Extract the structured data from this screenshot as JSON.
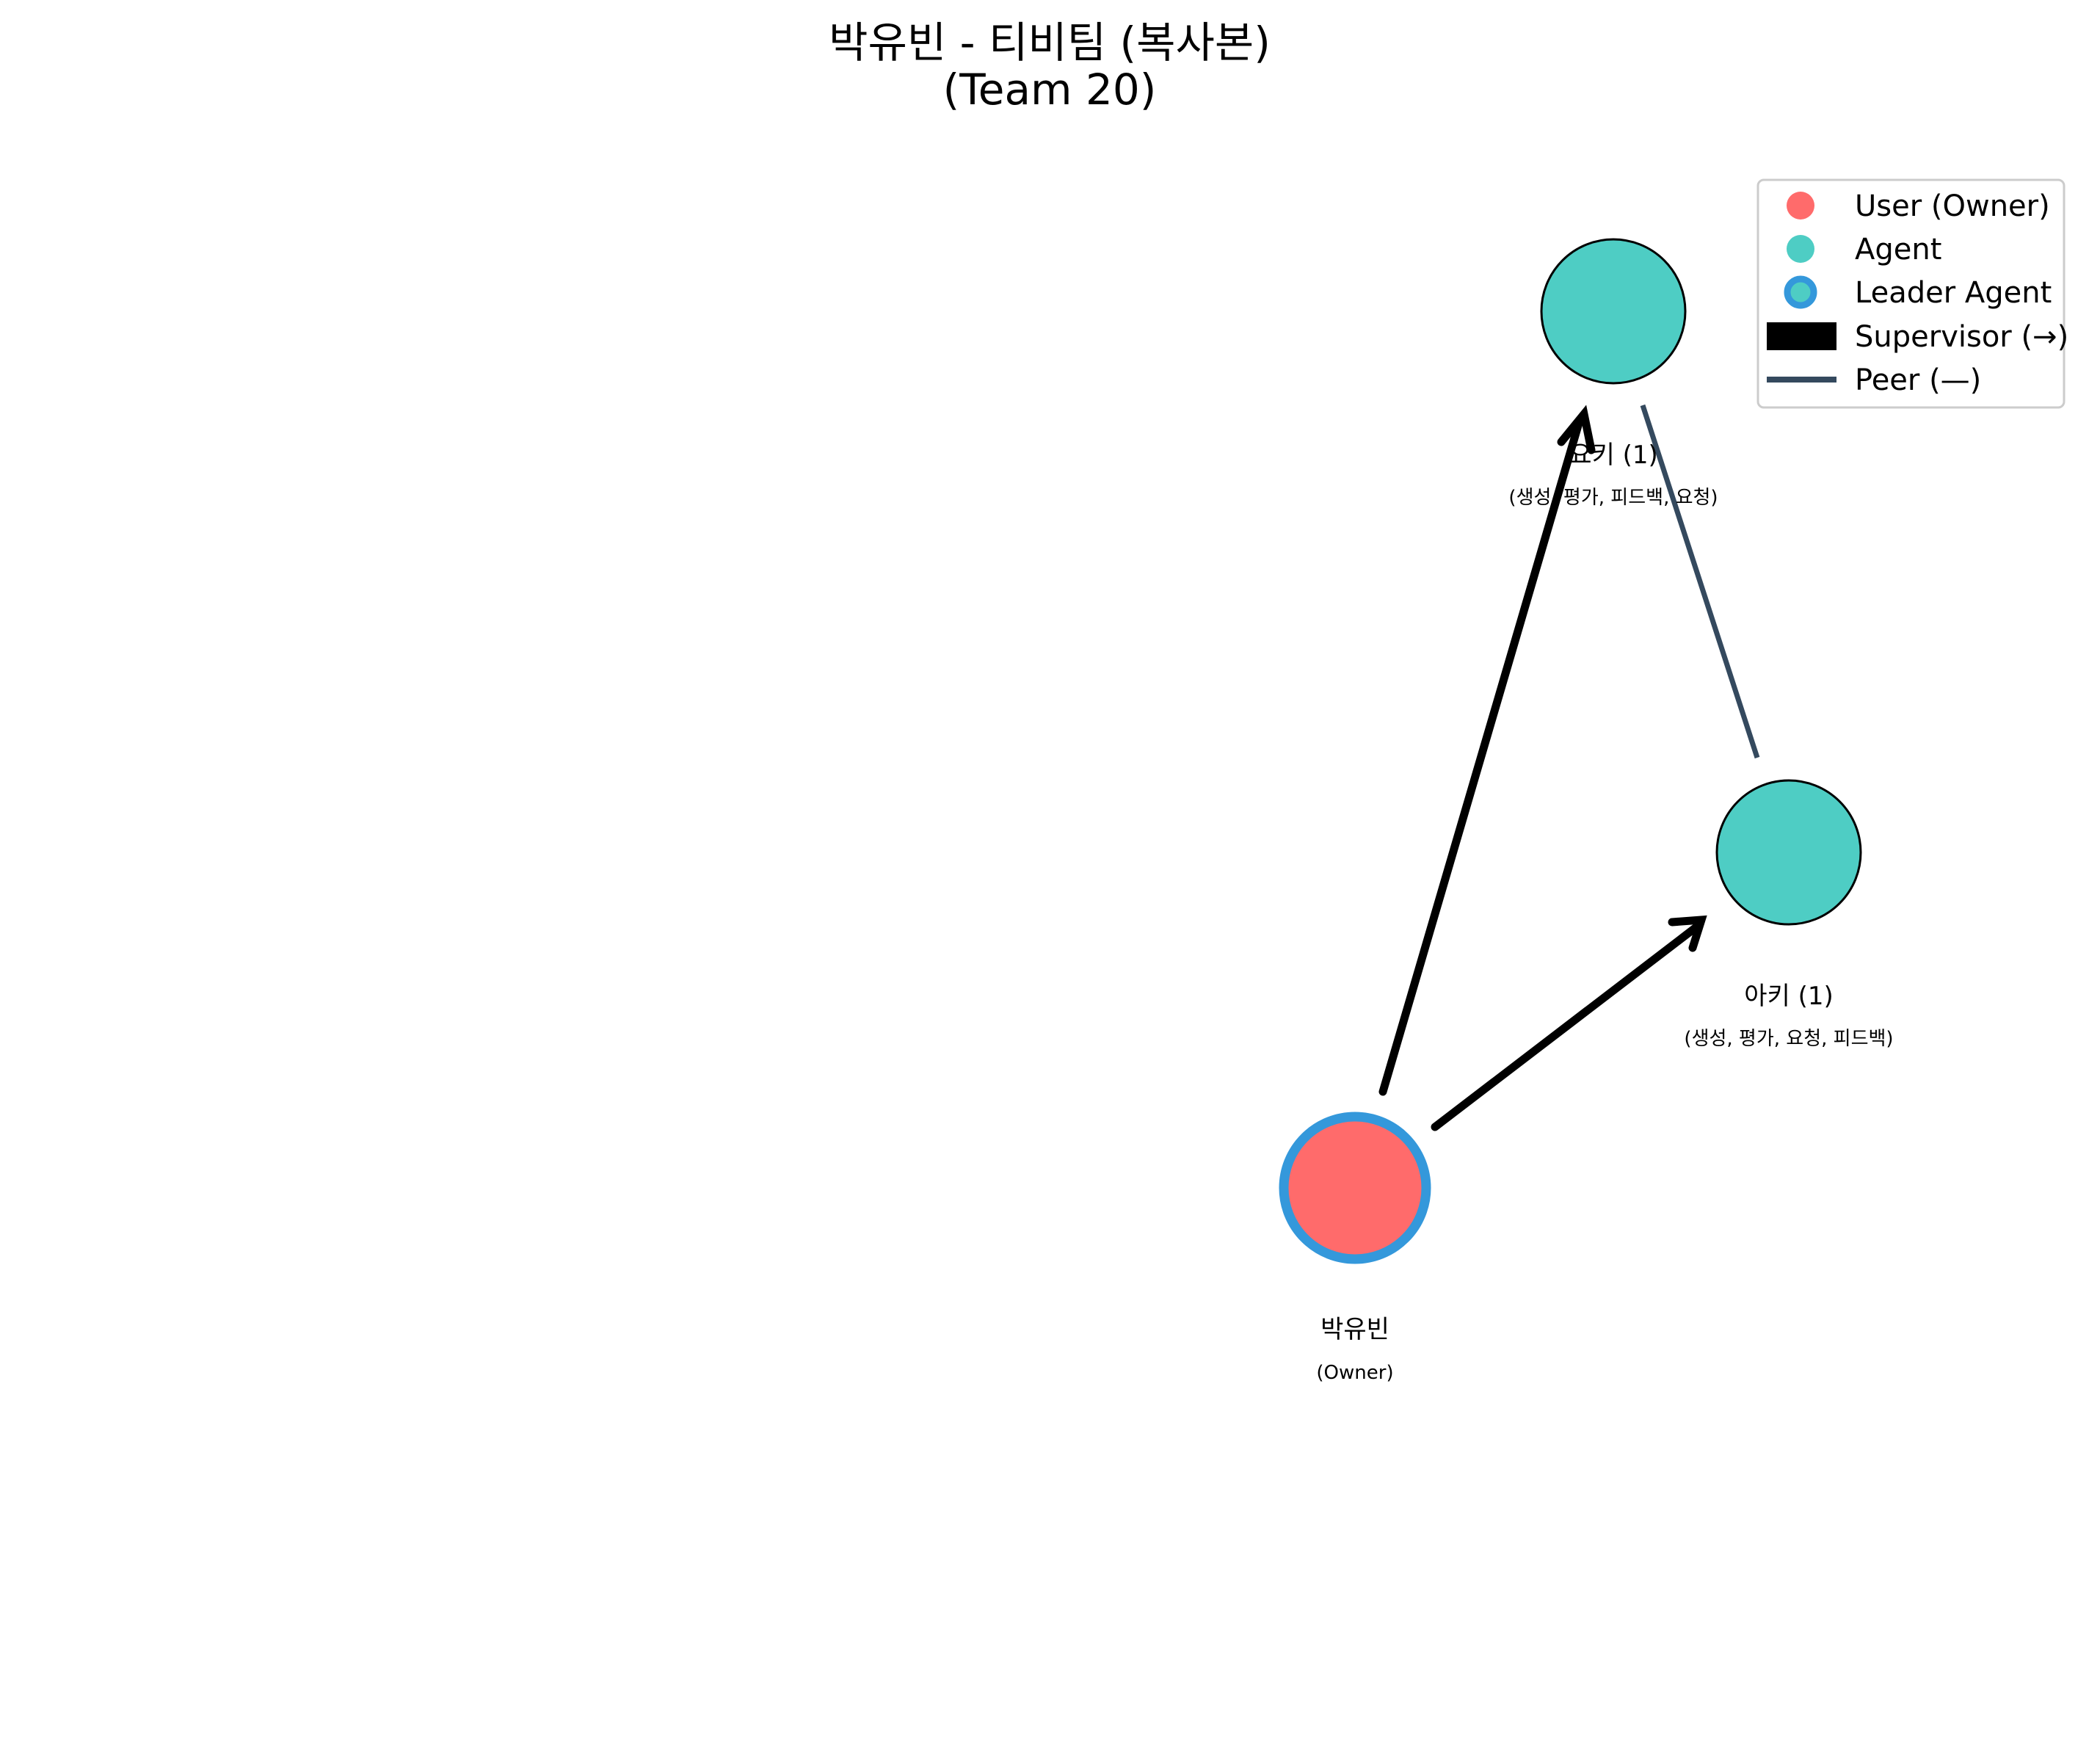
{
  "title": {
    "line1": "박유빈 - 티비팀 (복사본)",
    "line2": "(Team 20)"
  },
  "colors": {
    "user": "#ff6b6b",
    "agent": "#4ecdc4",
    "leader_ring": "#3498db",
    "supervisor_edge": "#000000",
    "peer_edge": "#34495e",
    "node_stroke": "#000000"
  },
  "nodes": [
    {
      "id": "owner",
      "label": "박유빈",
      "sublabel": "(Owner)",
      "type": "user",
      "leader": true
    },
    {
      "id": "yoki",
      "label": "요키 (1)",
      "sublabel": "(생성, 평가, 피드백, 요청)",
      "type": "agent",
      "leader": false
    },
    {
      "id": "aki",
      "label": "아키 (1)",
      "sublabel": "(생성, 평가, 요청, 피드백)",
      "type": "agent",
      "leader": false
    }
  ],
  "edges": [
    {
      "from": "owner",
      "to": "yoki",
      "kind": "supervisor"
    },
    {
      "from": "owner",
      "to": "aki",
      "kind": "supervisor"
    },
    {
      "from": "yoki",
      "to": "aki",
      "kind": "peer"
    }
  ],
  "legend": {
    "items": [
      {
        "label": "User (Owner)",
        "icon": "circle-user-icon"
      },
      {
        "label": "Agent",
        "icon": "circle-agent-icon"
      },
      {
        "label": "Leader Agent",
        "icon": "ring-leader-icon"
      },
      {
        "label": "Supervisor (→)",
        "icon": "supervisor-swatch-icon"
      },
      {
        "label": "Peer (—)",
        "icon": "peer-line-icon"
      }
    ]
  }
}
